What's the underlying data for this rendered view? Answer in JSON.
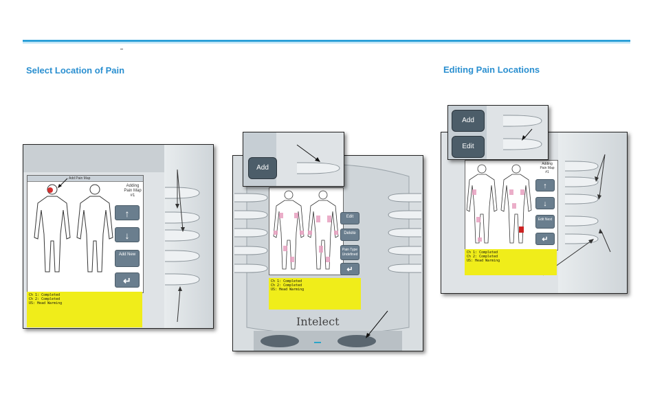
{
  "headings": {
    "left": "Select Location of Pain",
    "right": "Editing Pain Locations"
  },
  "panel_left": {
    "screen_title": "Add Pain Map",
    "status_label": "Adding Pain Map #1",
    "status_line1": "Adding",
    "status_line2": "Pain Map",
    "status_line3": "#1",
    "buttons": {
      "up": "↑",
      "down": "↓",
      "add_new": "Add New",
      "enter": "↵"
    },
    "channels": [
      {
        "ch": "Ch 1:",
        "status": "Completed"
      },
      {
        "ch": "Ch 2:",
        "status": "Completed"
      },
      {
        "ch": "US:",
        "status": "Head Warming"
      }
    ]
  },
  "panel_middle": {
    "add_button": "Add",
    "buttons": {
      "edit": "Edit",
      "delete": "Delete",
      "pain_type": "Pain Type Undefined",
      "enter": "↵"
    },
    "channels": [
      {
        "ch": "Ch 1:",
        "status": "Completed"
      },
      {
        "ch": "Ch 2:",
        "status": "Completed"
      },
      {
        "ch": "US:",
        "status": "Head Warming"
      }
    ],
    "brand": "Intelect"
  },
  "panel_right": {
    "add_button": "Add",
    "edit_button": "Edit",
    "status_line1": "Adding",
    "status_line2": "Pain Map",
    "status_line3": "#1",
    "buttons": {
      "up": "↑",
      "down": "↓",
      "edit_next": "Edit Next",
      "enter": "↵"
    },
    "channels": [
      {
        "ch": "Ch 1:",
        "status": "Completed"
      },
      {
        "ch": "Ch 2:",
        "status": "Completed"
      },
      {
        "ch": "US:",
        "status": "Head Warming"
      }
    ]
  },
  "colors": {
    "accent": "#2a8fd0",
    "rule": "#2a9fd8",
    "yellow": "#f0ed1a",
    "pain_marker": "#e8a0c0",
    "selected_marker": "#cc2222"
  }
}
